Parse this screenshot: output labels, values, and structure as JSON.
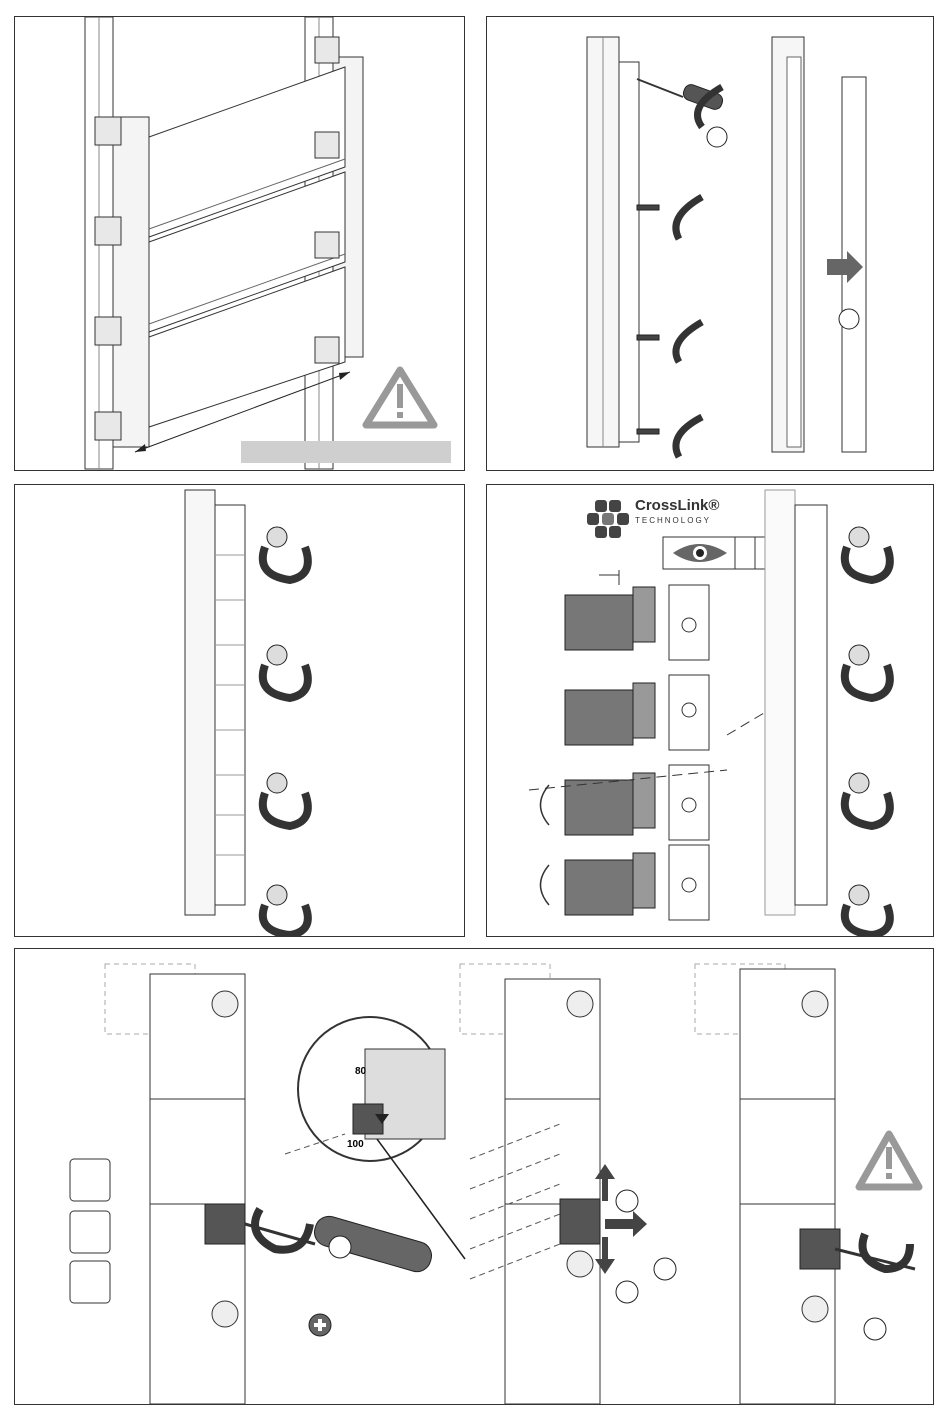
{
  "crosslink": {
    "name": "CrossLink®",
    "sub": "TECHNOLOGY"
  },
  "scale_labels": {
    "upper": "80",
    "lower": "100"
  }
}
